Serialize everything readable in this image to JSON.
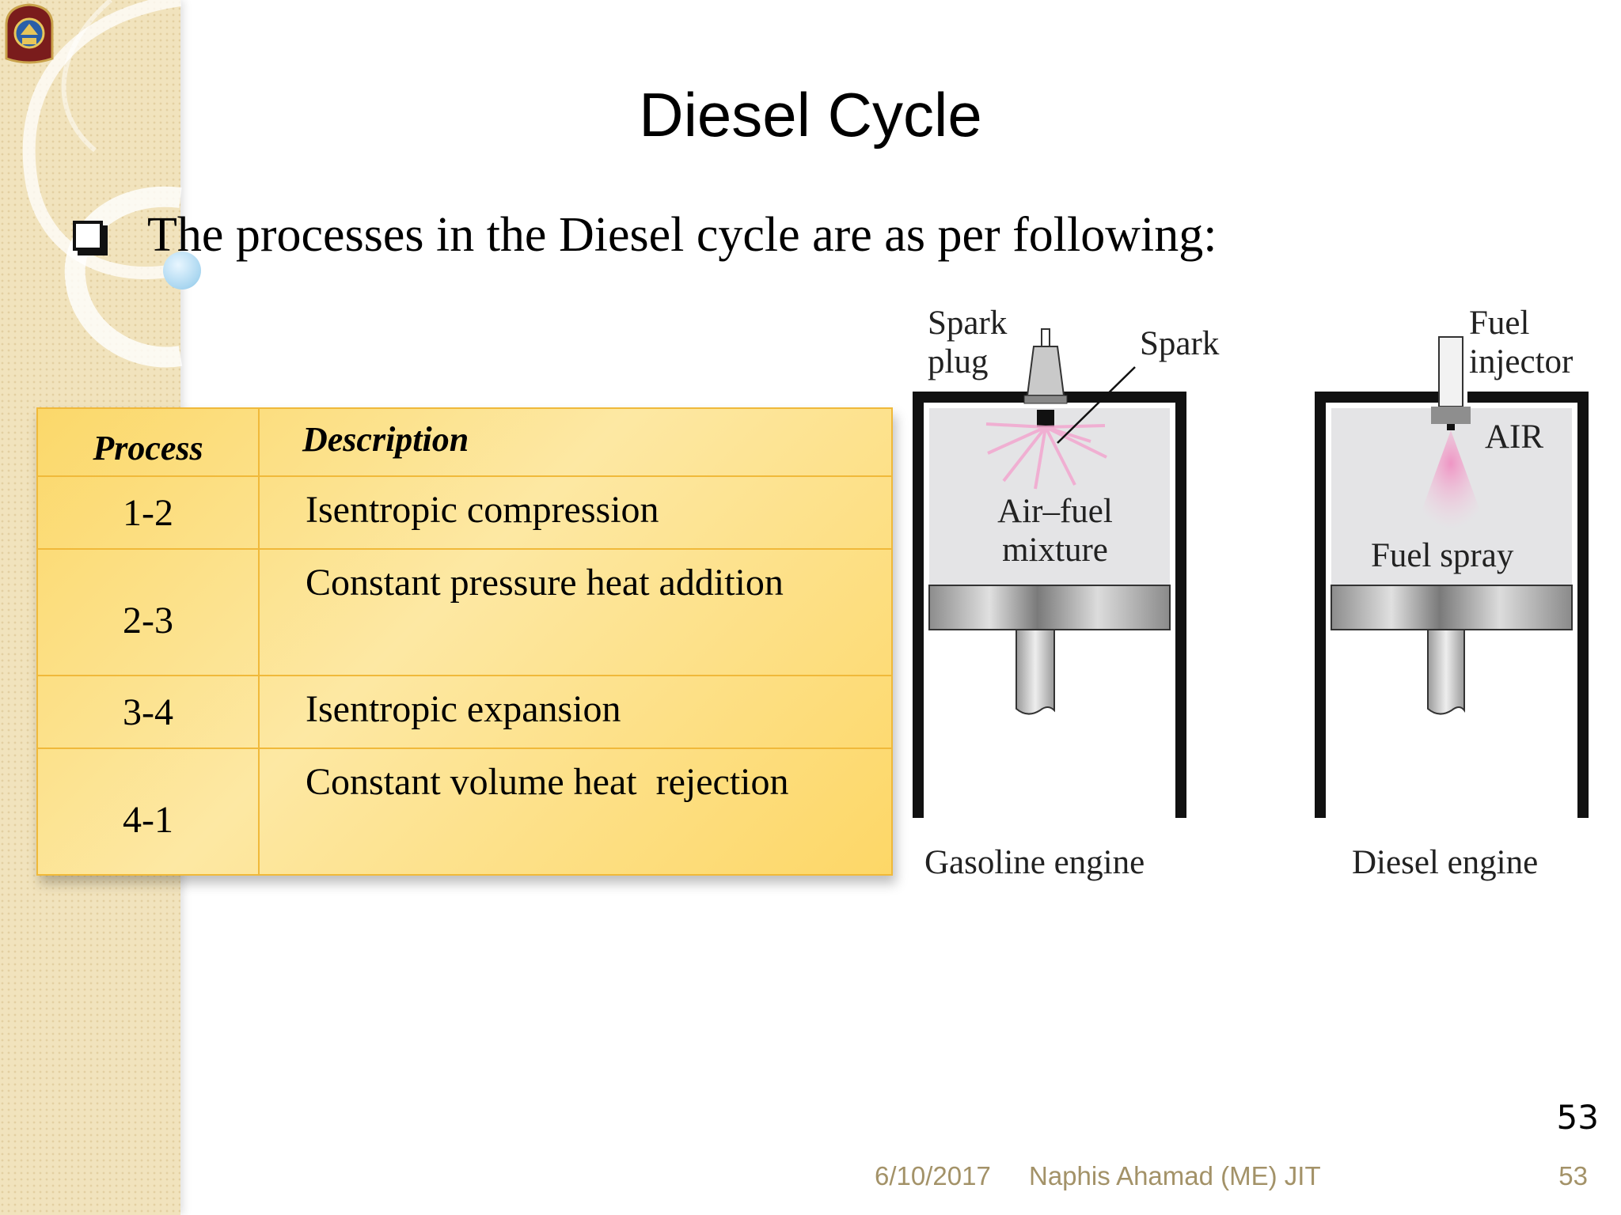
{
  "slide": {
    "title": "Diesel Cycle",
    "bullet": "The processes in the Diesel cycle are as per following:"
  },
  "table": {
    "headers": {
      "process": "Process",
      "description": "Description"
    },
    "rows": [
      {
        "process": "1-2",
        "description": "Isentropic compression"
      },
      {
        "process": "2-3",
        "description": "Constant pressure heat addition"
      },
      {
        "process": "3-4",
        "description": "Isentropic expansion"
      },
      {
        "process": "4-1",
        "description": "Constant volume heat  rejection"
      }
    ]
  },
  "figure": {
    "gasoline": {
      "spark_plug": "Spark\nplug",
      "spark": "Spark",
      "mixture": "Air–fuel\nmixture",
      "caption": "Gasoline engine"
    },
    "diesel": {
      "injector": "Fuel\ninjector",
      "air": "AIR",
      "spray": "Fuel spray",
      "caption": "Diesel engine"
    }
  },
  "footer": {
    "date": "6/10/2017",
    "author": "Naphis Ahamad (ME) JIT",
    "slide_number": "53"
  },
  "page_number": "53",
  "colors": {
    "table_fill": "#fbd86a",
    "table_border": "#f0b93a",
    "side_band": "#f1e3bd",
    "footer_text": "#a39268",
    "spray_pink": "#f08cc0"
  }
}
